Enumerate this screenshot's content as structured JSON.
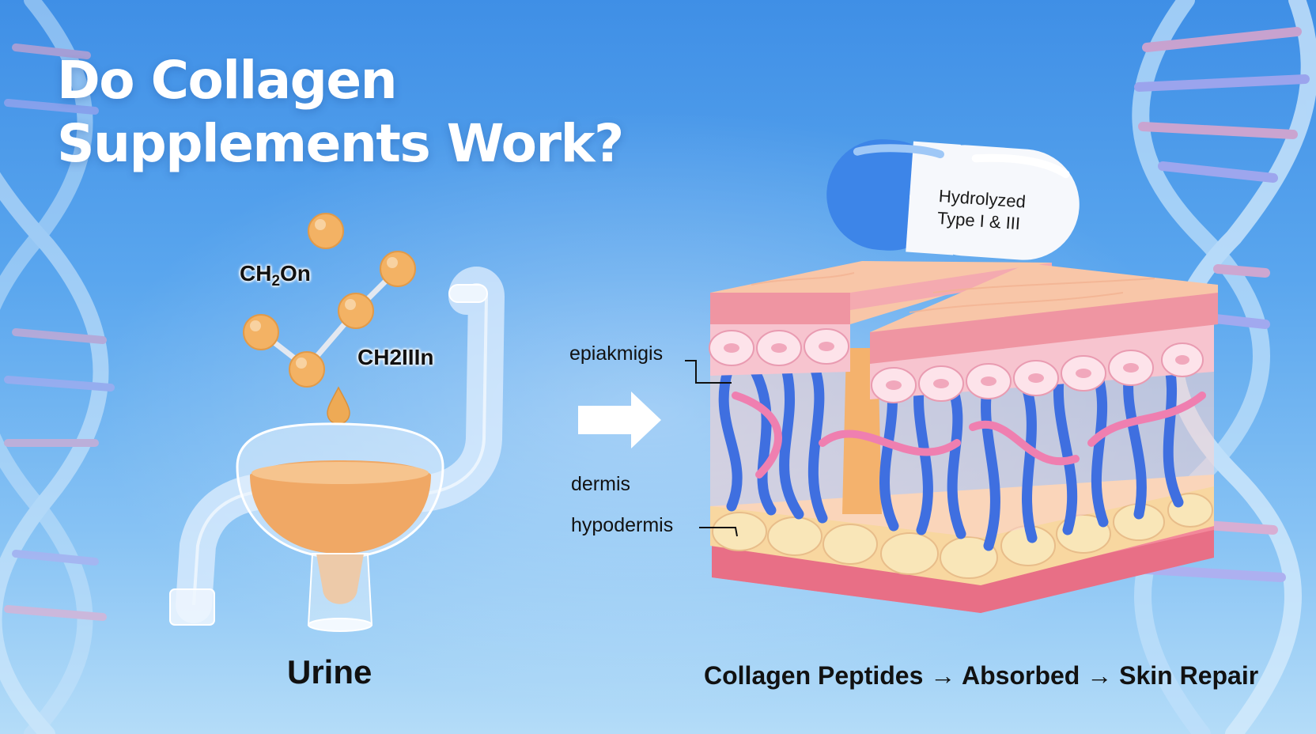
{
  "title": {
    "line1": "Do Collagen",
    "line2": "Supplements Work?"
  },
  "molecule": {
    "formula1_main": "CH",
    "formula1_sub": "2",
    "formula1_end": "On",
    "formula2": "CH2IIIn"
  },
  "pill": {
    "line1": "Hydrolyzed",
    "line2": "Type I & III"
  },
  "skin_labels": {
    "epidermis": "epiakmigis",
    "dermis": "dermis",
    "hypodermis": "hypodermis"
  },
  "bottom": {
    "urine": "Urine",
    "flow": "Collagen Peptides → Absorbed → Skin Repair"
  },
  "colors": {
    "background_top": "#3f8fe6",
    "pill_blue": "#3d85e8",
    "fiber_blue": "#3f6fe0",
    "fiber_pink": "#ef7fb0",
    "skin_pink": "#f6b9b2",
    "fat_yellow": "#f8e2a8",
    "liquid": "#f0a865"
  }
}
